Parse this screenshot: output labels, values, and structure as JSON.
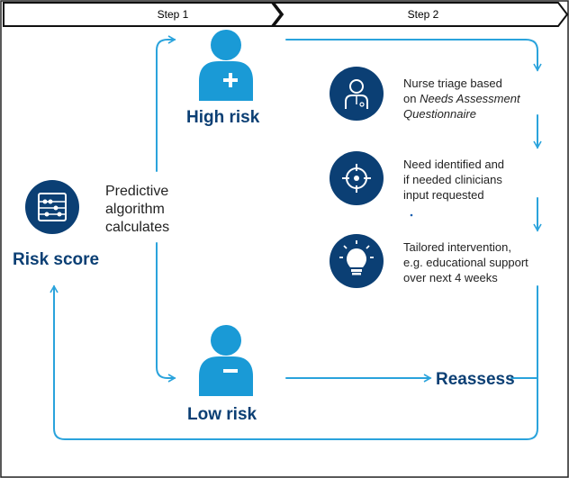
{
  "steps": {
    "step1": "Step 1",
    "step2": "Step 2"
  },
  "left": {
    "risk_score": "Risk score",
    "algorithm_line1": "Predictive",
    "algorithm_line2": "algorithm",
    "algorithm_line3": "calculates"
  },
  "high_risk": {
    "label": "High risk"
  },
  "low_risk": {
    "label": "Low risk"
  },
  "reassess": "Reassess",
  "step2_items": [
    {
      "line1": "Nurse triage based",
      "line2_prefix": "on ",
      "line2_italic": "Needs Assessment",
      "line3_italic": "Questionnaire",
      "icon": "nurse-icon"
    },
    {
      "line1": "Need identified and",
      "line2": "if needed clinicians",
      "line3": "input requested",
      "icon": "target-icon"
    },
    {
      "line1": "Tailored intervention,",
      "line2": "e.g. educational support",
      "line3": "over next 4 weeks",
      "icon": "lightbulb-icon"
    }
  ],
  "colors": {
    "navy": "#0b3f74",
    "blue": "#1a9ad6",
    "arrow": "#2aa3dc"
  }
}
